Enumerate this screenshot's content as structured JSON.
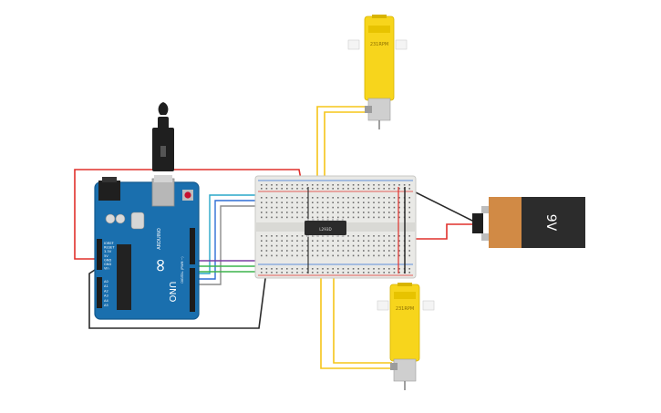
{
  "arduino": {
    "brand_text": "ARDUINO",
    "model_text": "UNO",
    "logo_symbol": "∞",
    "power_pins": [
      "IOREF",
      "RESET",
      "3.3V",
      "5V",
      "GND",
      "GND",
      "Vin"
    ],
    "analog_pins": [
      "A0",
      "A1",
      "A2",
      "A3",
      "A4",
      "A5"
    ],
    "digital_header_label": "DIGITAL (PWM ~)",
    "colors": {
      "board": "#1a6fae",
      "board_dark": "#13598e"
    }
  },
  "motors": [
    {
      "id": "motor-top",
      "rpm_label": "231RPM"
    },
    {
      "id": "motor-bottom",
      "rpm_label": "231RPM"
    }
  ],
  "driver_chip": {
    "label": "L293D"
  },
  "battery": {
    "label": "9V",
    "colors": {
      "body": "#2c2c2c",
      "cap": "#d18a45"
    }
  },
  "wire_colors": {
    "red": "#e0302b",
    "black": "#2a2a2a",
    "yellow": "#f5c518",
    "blue": "#2f6fd6",
    "cyan": "#28a7c9",
    "green": "#3cb44b",
    "purple": "#7a3fa3",
    "gray": "#8c8c8c"
  },
  "icons": {
    "usb": "usb-connector-icon",
    "power": "dc-jack-icon",
    "reset": "reset-button-icon"
  }
}
